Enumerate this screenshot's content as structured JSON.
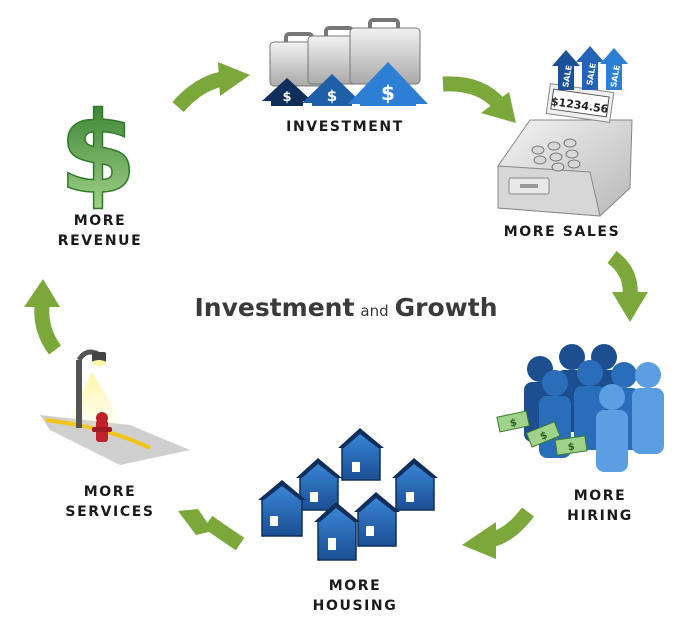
{
  "title": {
    "part1": "Investment",
    "connector": "and",
    "part2": "Growth"
  },
  "nodes": {
    "investment": {
      "label": "INVESTMENT"
    },
    "sales": {
      "label": "MORE SALES",
      "register_display": "$1234.56",
      "tag": "SALE"
    },
    "hiring": {
      "line1": "MORE",
      "line2": "HIRING"
    },
    "housing": {
      "line1": "MORE",
      "line2": "HOUSING"
    },
    "services": {
      "line1": "MORE",
      "line2": "SERVICES"
    },
    "revenue": {
      "line1": "MORE",
      "line2": "REVENUE"
    }
  },
  "icons": {
    "investment": "briefcases-dollar-arrows-icon",
    "sales": "cash-register-icon",
    "hiring": "crowd-with-money-icon",
    "housing": "houses-icon",
    "services": "streetlight-hydrant-road-icon",
    "revenue": "dollar-sign-icon",
    "cycle_arrow": "curved-arrow-icon"
  },
  "colors": {
    "arrow": "#7aa83a",
    "blue": "#1f5fa8",
    "navy": "#0e2f5c",
    "title": "#3a3a3a",
    "label": "#1a1a1a"
  }
}
